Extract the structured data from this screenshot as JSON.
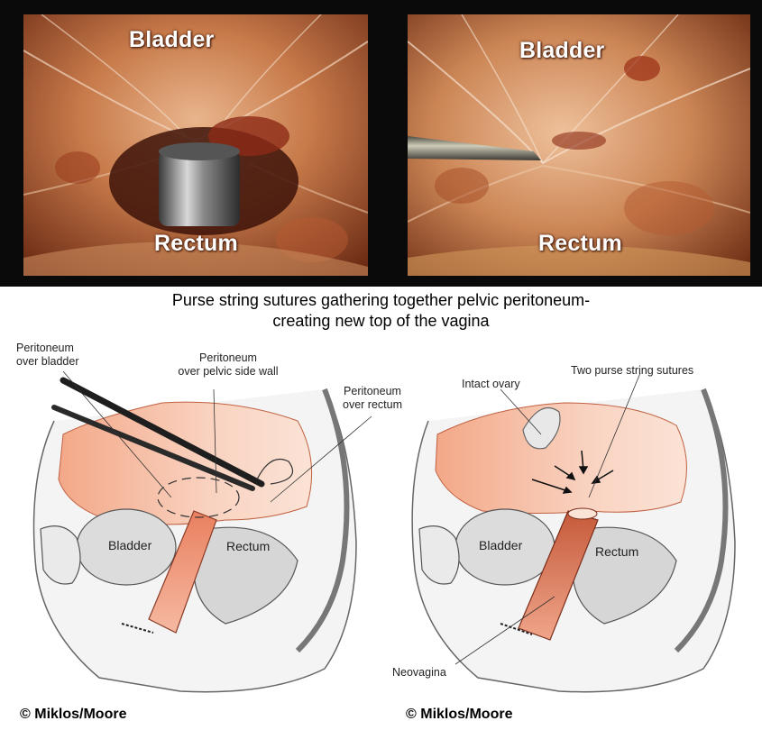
{
  "photos": {
    "left": {
      "top_label": "Bladder",
      "bottom_label": "Rectum"
    },
    "right": {
      "top_label": "Bladder",
      "bottom_label": "Rectum"
    }
  },
  "caption": {
    "line1": "Purse string sutures gathering together pelvic peritoneum-",
    "line2": "creating new top of the vagina"
  },
  "illustration_left": {
    "annotation_bladder_peritoneum": [
      "Peritoneum",
      "over bladder"
    ],
    "annotation_sidewall_peritoneum": [
      "Peritoneum",
      "over pelvic side wall"
    ],
    "annotation_rectum_peritoneum": [
      "Peritoneum",
      "over rectum"
    ],
    "organ_bladder": "Bladder",
    "organ_rectum": "Rectum",
    "copyright": "© Miklos/Moore"
  },
  "illustration_right": {
    "annotation_ovary": "Intact ovary",
    "annotation_sutures": "Two purse string sutures",
    "annotation_neovagina": "Neovagina",
    "organ_bladder": "Bladder",
    "organ_rectum": "Rectum",
    "copyright": "© Miklos/Moore"
  }
}
